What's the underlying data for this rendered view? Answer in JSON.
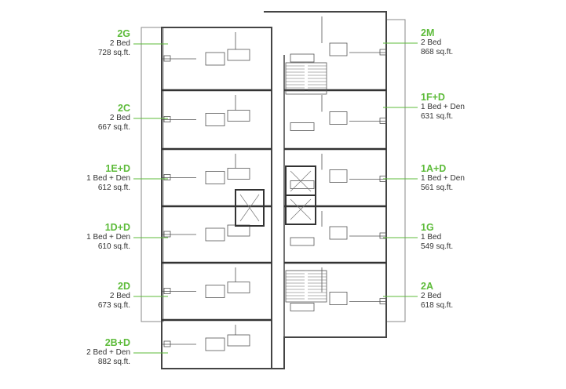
{
  "accent_color": "#5dbb3a",
  "units_left": [
    {
      "code": "2G",
      "type": "2 Bed",
      "area": "728 sq.ft."
    },
    {
      "code": "2C",
      "type": "2 Bed",
      "area": "667 sq.ft."
    },
    {
      "code": "1E+D",
      "type": "1 Bed + Den",
      "area": "612 sq.ft."
    },
    {
      "code": "1D+D",
      "type": "1 Bed + Den",
      "area": "610 sq.ft."
    },
    {
      "code": "2D",
      "type": "2 Bed",
      "area": "673 sq.ft."
    },
    {
      "code": "2B+D",
      "type": "2 Bed + Den",
      "area": "882 sq.ft."
    }
  ],
  "units_right": [
    {
      "code": "2M",
      "type": "2 Bed",
      "area": "868 sq.ft."
    },
    {
      "code": "1F+D",
      "type": "1 Bed + Den",
      "area": "631 sq.ft."
    },
    {
      "code": "1A+D",
      "type": "1 Bed + Den",
      "area": "561 sq.ft."
    },
    {
      "code": "1G",
      "type": "1 Bed",
      "area": "549 sq.ft."
    },
    {
      "code": "2A",
      "type": "2 Bed",
      "area": "618 sq.ft."
    }
  ]
}
